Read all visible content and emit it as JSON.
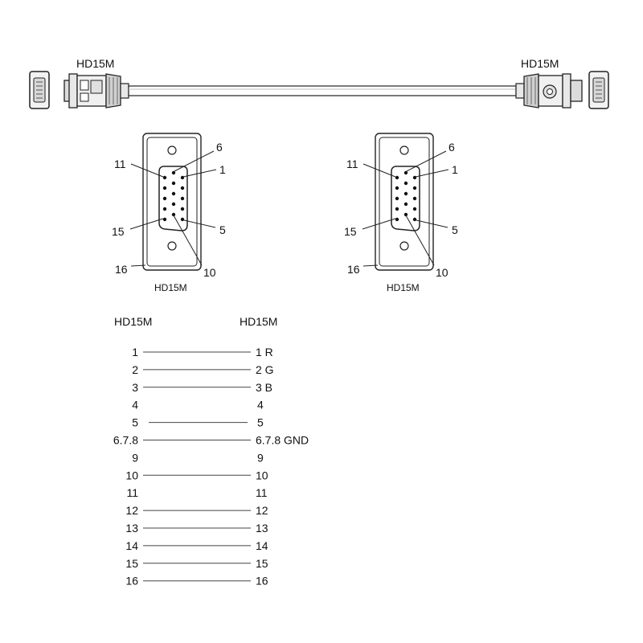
{
  "cable": {
    "left_label": "HD15M",
    "right_label": "HD15M"
  },
  "connectors": [
    {
      "caption": "HD15M",
      "pins": {
        "p6": "6",
        "p1": "1",
        "p11": "11",
        "p15": "15",
        "p5": "5",
        "p16": "16",
        "p10": "10"
      }
    },
    {
      "caption": "HD15M",
      "pins": {
        "p6": "6",
        "p1": "1",
        "p11": "11",
        "p15": "15",
        "p5": "5",
        "p16": "16",
        "p10": "10"
      }
    }
  ],
  "wiring": {
    "left_header": "HD15M",
    "right_header": "HD15M",
    "rows": [
      {
        "left": "1",
        "right": "1 R",
        "connected": true
      },
      {
        "left": "2",
        "right": "2 G",
        "connected": true
      },
      {
        "left": "3",
        "right": "3 B",
        "connected": true
      },
      {
        "left": "4",
        "right": "4",
        "connected": false
      },
      {
        "left": "5",
        "right": "5",
        "connected": true
      },
      {
        "left": "6.7.8",
        "right": "6.7.8 GND",
        "connected": true
      },
      {
        "left": "9",
        "right": "9",
        "connected": false
      },
      {
        "left": "10",
        "right": "10",
        "connected": true
      },
      {
        "left": "11",
        "right": "11",
        "connected": false
      },
      {
        "left": "12",
        "right": "12",
        "connected": true
      },
      {
        "left": "13",
        "right": "13",
        "connected": true
      },
      {
        "left": "14",
        "right": "14",
        "connected": true
      },
      {
        "left": "15",
        "right": "15",
        "connected": true
      },
      {
        "left": "16",
        "right": "16",
        "connected": true
      }
    ]
  }
}
